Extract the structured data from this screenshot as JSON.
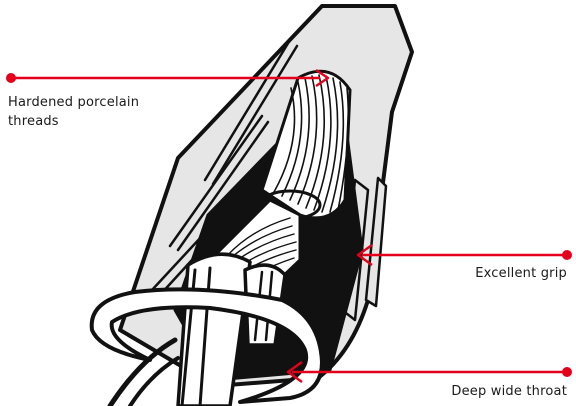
{
  "callouts": [
    {
      "id": "threads",
      "line1": "Hardened porcelain",
      "line2": "threads"
    },
    {
      "id": "grip",
      "text": "Excellent grip"
    },
    {
      "id": "throat",
      "text": "Deep wide throat"
    }
  ],
  "colors": {
    "accent": "#e4001b",
    "outline": "#111111",
    "body_fill": "#e6e6e6",
    "inner_fill": "#ffffff",
    "background": "#ffffff"
  },
  "icons": [
    "wire-connector-illustration",
    "callout-dot",
    "callout-arrow"
  ]
}
